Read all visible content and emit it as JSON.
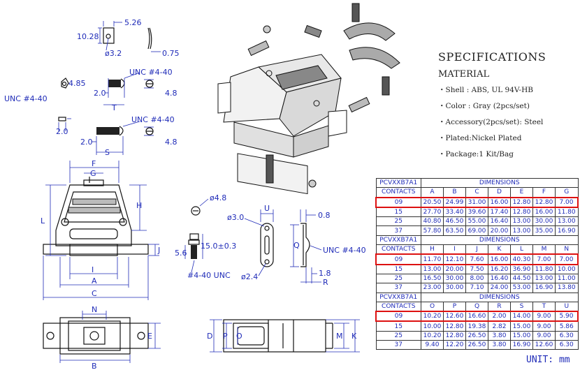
{
  "specs": {
    "title": "SPECIFICATIONS",
    "material": "MATERIAL",
    "shell": "・Shell : ABS, UL 94V-HB",
    "color": "・Color : Gray (2pcs/set)",
    "accessory": "・Accessory(2pcs/set): Steel",
    "plated": "・Plated:Nickel Plated",
    "package": "・Package:1 Kit/Bag"
  },
  "table": {
    "part_number": "PCVXXB7A1",
    "dimensions_label": "DIMENSIONS",
    "contacts_label": "CONTACTS",
    "sections": [
      {
        "headers": [
          "A",
          "B",
          "C",
          "D",
          "E",
          "F",
          "G"
        ],
        "rows": [
          [
            "09",
            "20.50",
            "24.99",
            "31.00",
            "16.00",
            "12.80",
            "12.80",
            "7.00"
          ],
          [
            "15",
            "27.70",
            "33.40",
            "39.60",
            "17.40",
            "12.80",
            "16.00",
            "11.80"
          ],
          [
            "25",
            "40.80",
            "46.50",
            "55.00",
            "16.40",
            "13.00",
            "30.00",
            "13.00"
          ],
          [
            "37",
            "57.80",
            "63.50",
            "69.00",
            "20.00",
            "13.00",
            "35.00",
            "16.90"
          ]
        ]
      },
      {
        "headers": [
          "H",
          "I",
          "J",
          "K",
          "L",
          "M",
          "N"
        ],
        "rows": [
          [
            "09",
            "11.70",
            "12.10",
            "7.60",
            "16.00",
            "40.30",
            "7.00",
            "7.00"
          ],
          [
            "15",
            "13.00",
            "20.00",
            "7.50",
            "16.20",
            "36.90",
            "11.80",
            "10.00"
          ],
          [
            "25",
            "16.50",
            "30.00",
            "8.00",
            "16.40",
            "44.50",
            "13.00",
            "11.00"
          ],
          [
            "37",
            "23.00",
            "30.00",
            "7.10",
            "24.00",
            "53.00",
            "16.90",
            "13.80"
          ]
        ]
      },
      {
        "headers": [
          "O",
          "P",
          "Q",
          "R",
          "S",
          "T",
          "U"
        ],
        "rows": [
          [
            "09",
            "10.20",
            "12.60",
            "16.60",
            "2.00",
            "14.00",
            "9.00",
            "5.90"
          ],
          [
            "15",
            "10.00",
            "12.80",
            "19.38",
            "2.82",
            "15.00",
            "9.00",
            "5.86"
          ],
          [
            "25",
            "10.20",
            "12.80",
            "26.50",
            "3.80",
            "15.00",
            "9.00",
            "6.30"
          ],
          [
            "37",
            "9.40",
            "12.20",
            "26.50",
            "3.80",
            "16.90",
            "12.60",
            "6.30"
          ]
        ]
      }
    ]
  },
  "unit_label": "UNIT: mm",
  "labels": {
    "d526": "5.26",
    "d1028": "10.28",
    "d32": "ø3.2",
    "d075": "0.75",
    "unc1": "UNC #4-40",
    "d485": "4.85",
    "unc_left": "UNC #4-40",
    "d20a": "2.0",
    "T": "T",
    "d48a": "4.8",
    "d20b": "2.0",
    "unc2": "UNC #4-40",
    "d20c": "2.0",
    "S": "S",
    "d48b": "4.8",
    "F": "F",
    "G": "G",
    "H": "H",
    "L": "L",
    "J": "J",
    "I": "I",
    "A": "A",
    "C": "C",
    "N": "N",
    "E": "E",
    "B": "B",
    "d48c": "ø4.8",
    "d30": "ø3.0",
    "U": "U",
    "d08": "0.8",
    "Q": "Q",
    "unc3": "UNC #4-40",
    "d56": "5.6",
    "d150": "15.0±0.3",
    "unc4": "#4-40 UNC",
    "d24": "ø2.4",
    "d18": "1.8",
    "R": "R",
    "D": "D",
    "P": "P",
    "O": "O",
    "M": "M",
    "K": "K"
  }
}
